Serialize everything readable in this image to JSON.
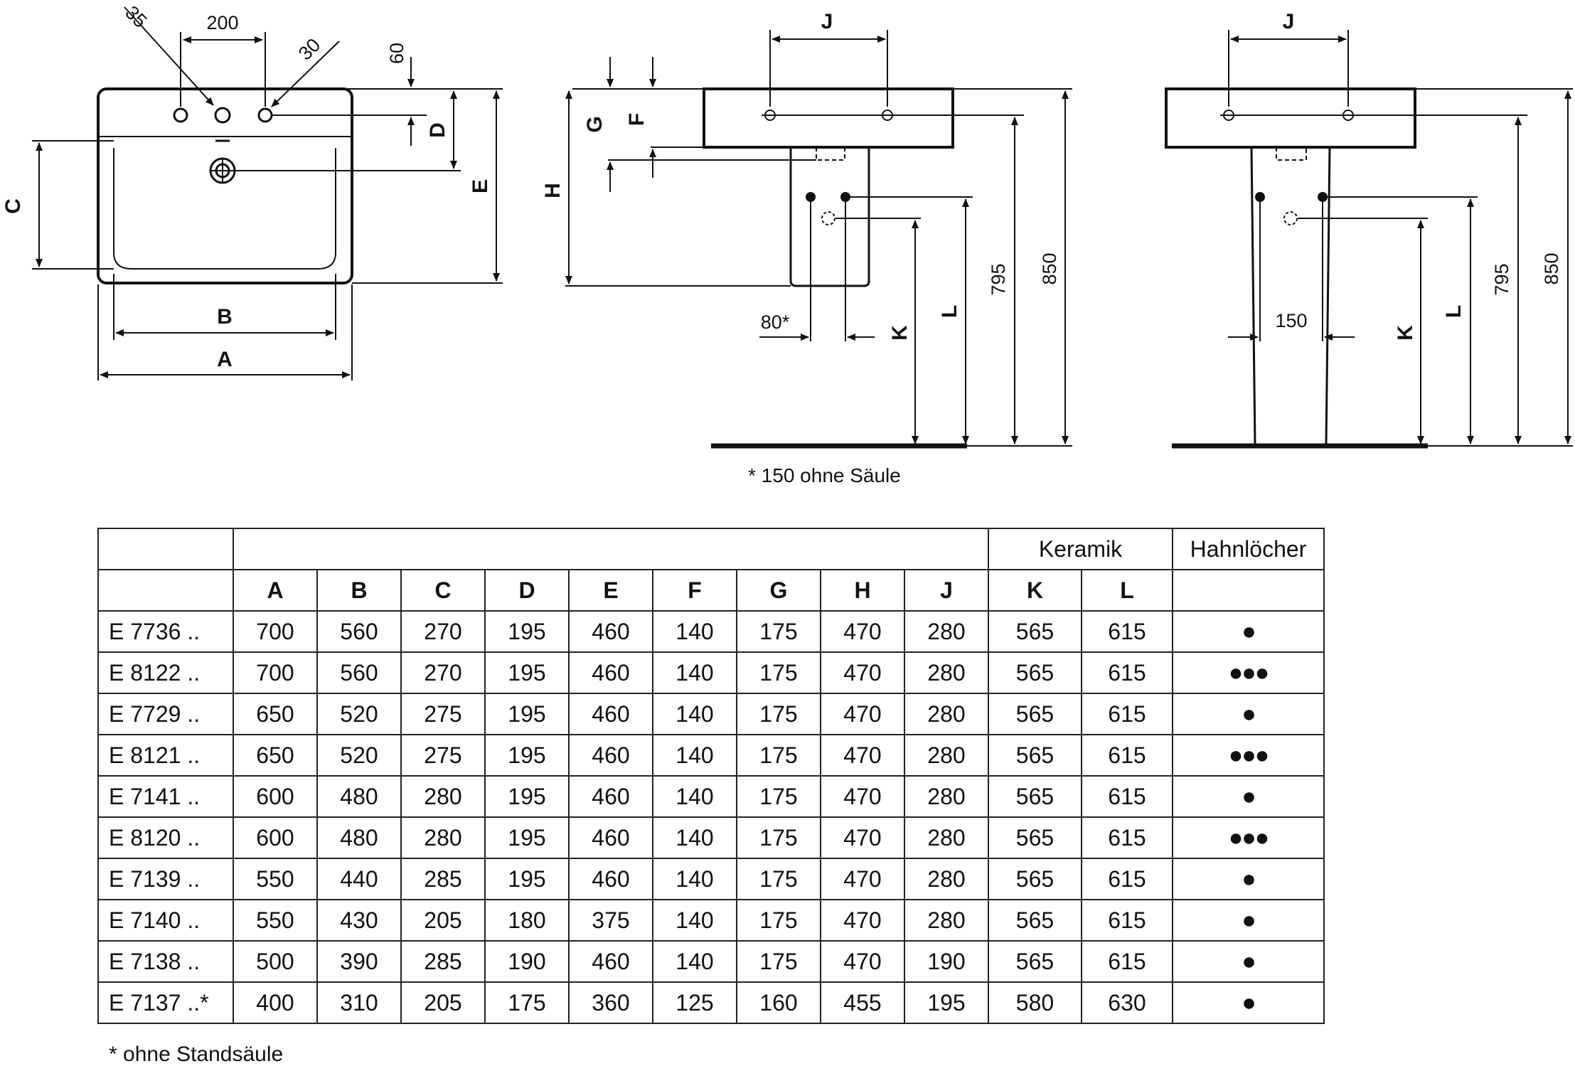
{
  "drawing": {
    "top_view": {
      "angle_left": "35",
      "hole_spacing": "200",
      "angle_right": "30",
      "overflow_offset": "60",
      "labels": {
        "a": "A",
        "b": "B",
        "c": "C",
        "d": "D",
        "e": "E"
      }
    },
    "side_view_semi": {
      "labels": {
        "g": "G",
        "f": "F",
        "h": "H",
        "j": "J",
        "k": "K",
        "l": "L"
      },
      "dim_80": "80*",
      "dim_795": "795",
      "dim_850": "850"
    },
    "side_view_pedestal": {
      "labels": {
        "j": "J",
        "k": "K",
        "l": "L"
      },
      "dim_150": "150",
      "dim_795": "795",
      "dim_850": "850"
    },
    "footnote": "* 150 ohne Säule"
  },
  "table": {
    "group_headers": {
      "ceramic": "Keramik",
      "tap_holes": "Hahnlöcher"
    },
    "columns": [
      "A",
      "B",
      "C",
      "D",
      "E",
      "F",
      "G",
      "H",
      "J",
      "K",
      "L"
    ],
    "rows": [
      {
        "model": "E 7736 ..",
        "values": [
          "700",
          "560",
          "270",
          "195",
          "460",
          "140",
          "175",
          "470",
          "280",
          "565",
          "615"
        ],
        "holes": "●"
      },
      {
        "model": "E 8122 ..",
        "values": [
          "700",
          "560",
          "270",
          "195",
          "460",
          "140",
          "175",
          "470",
          "280",
          "565",
          "615"
        ],
        "holes": "●●●"
      },
      {
        "model": "E 7729 ..",
        "values": [
          "650",
          "520",
          "275",
          "195",
          "460",
          "140",
          "175",
          "470",
          "280",
          "565",
          "615"
        ],
        "holes": "●"
      },
      {
        "model": "E 8121 ..",
        "values": [
          "650",
          "520",
          "275",
          "195",
          "460",
          "140",
          "175",
          "470",
          "280",
          "565",
          "615"
        ],
        "holes": "●●●"
      },
      {
        "model": "E 7141 ..",
        "values": [
          "600",
          "480",
          "280",
          "195",
          "460",
          "140",
          "175",
          "470",
          "280",
          "565",
          "615"
        ],
        "holes": "●"
      },
      {
        "model": "E 8120 ..",
        "values": [
          "600",
          "480",
          "280",
          "195",
          "460",
          "140",
          "175",
          "470",
          "280",
          "565",
          "615"
        ],
        "holes": "●●●"
      },
      {
        "model": "E 7139 ..",
        "values": [
          "550",
          "440",
          "285",
          "195",
          "460",
          "140",
          "175",
          "470",
          "280",
          "565",
          "615"
        ],
        "holes": "●"
      },
      {
        "model": "E 7140 ..",
        "values": [
          "550",
          "430",
          "205",
          "180",
          "375",
          "140",
          "175",
          "470",
          "280",
          "565",
          "615"
        ],
        "holes": "●"
      },
      {
        "model": "E 7138 ..",
        "values": [
          "500",
          "390",
          "285",
          "190",
          "460",
          "140",
          "175",
          "470",
          "190",
          "565",
          "615"
        ],
        "holes": "●"
      },
      {
        "model": "E 7137 ..*",
        "values": [
          "400",
          "310",
          "205",
          "175",
          "360",
          "125",
          "160",
          "455",
          "195",
          "580",
          "630"
        ],
        "holes": "●"
      }
    ],
    "footnote": "* ohne Standsäule"
  }
}
